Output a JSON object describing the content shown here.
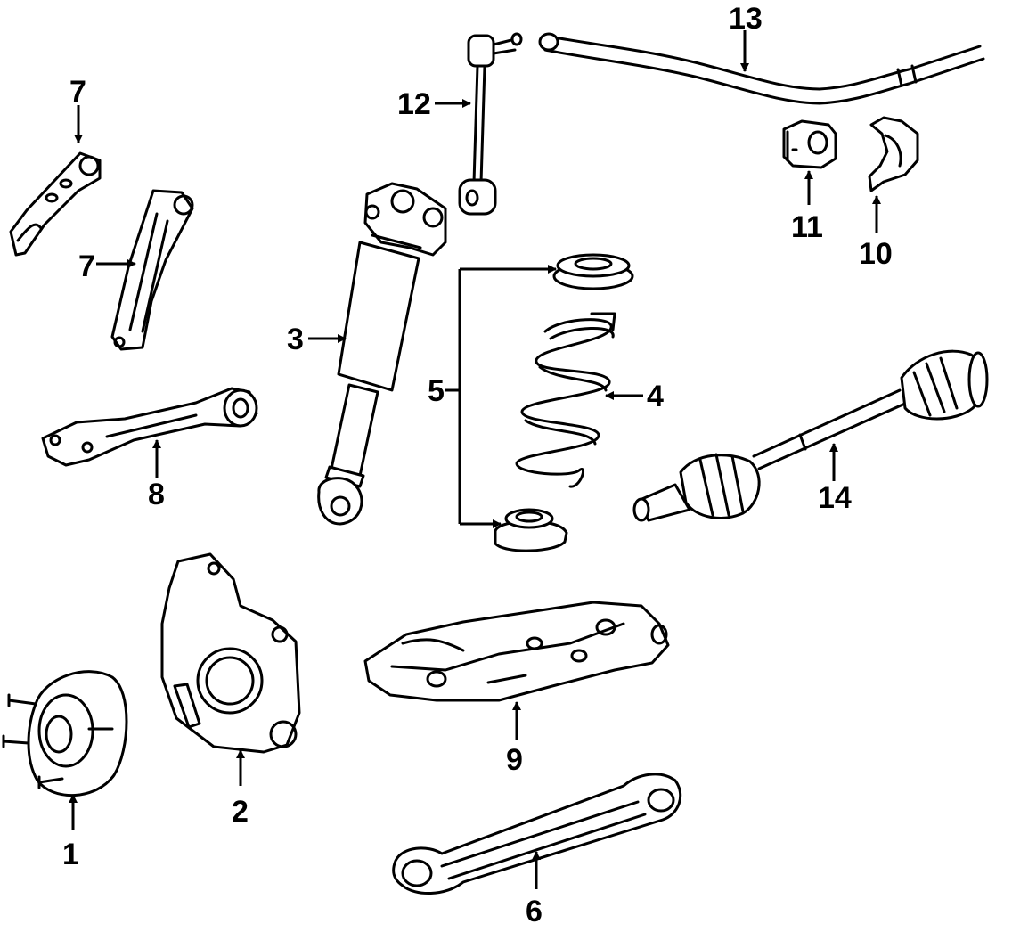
{
  "callouts": {
    "c1": "1",
    "c2": "2",
    "c3": "3",
    "c4": "4",
    "c5": "5",
    "c6": "6",
    "c7a": "7",
    "c7b": "7",
    "c8": "8",
    "c9": "9",
    "c10": "10",
    "c11": "11",
    "c12": "12",
    "c13": "13",
    "c14": "14"
  }
}
